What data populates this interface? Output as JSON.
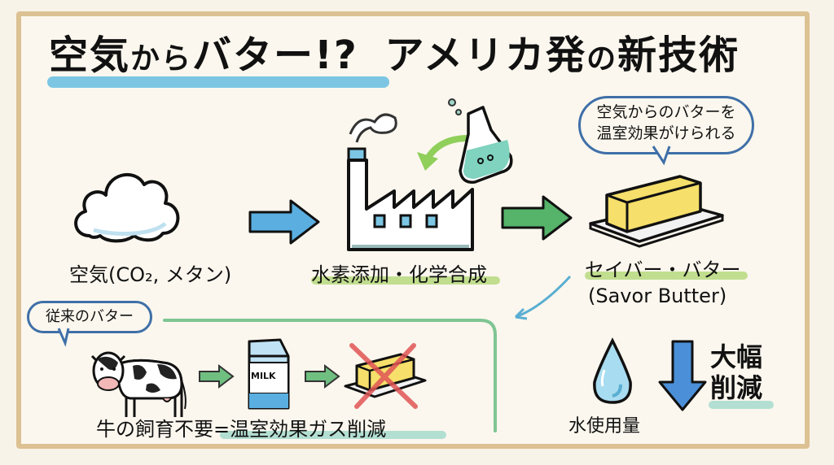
{
  "title": {
    "part1": "空気",
    "part2": "から",
    "part3": "バター!?",
    "part4": "アメリカ発",
    "part5": "の",
    "part6": "新技術"
  },
  "process": {
    "air_label": "空気(CO₂, メタン)",
    "factory_label": "水素添加・化学合成",
    "butter_label": "セイバー・バター",
    "butter_sublabel": "(Savor Butter)",
    "butter_bubble_line1": "空気からのバターを",
    "butter_bubble_line2": "温室効果がけられる"
  },
  "traditional": {
    "bubble": "従来のバター",
    "milk_label": "MILK",
    "summary": "牛の飼育不要=温室効果ガス削減"
  },
  "water": {
    "label": "水使用量",
    "result_line1": "大幅",
    "result_line2": "削減"
  },
  "icons": {
    "cloud": "cloud-icon",
    "factory": "factory-icon",
    "flask": "flask-icon",
    "butter": "butter-icon",
    "cow": "cow-icon",
    "milk": "milk-carton-icon",
    "crossed_butter": "crossed-butter-icon",
    "water_drop": "water-drop-icon",
    "down_arrow": "down-arrow-icon"
  },
  "colors": {
    "frame": "#dcc193",
    "blue_highlight": "#7cc6e4",
    "green_highlight": "#b6d97e",
    "blue_arrow": "#5aaee0",
    "green_arrow": "#55b36a",
    "bubble_border": "#3f6fa8",
    "butter": "#f6df6a",
    "cross": "#e05555"
  }
}
